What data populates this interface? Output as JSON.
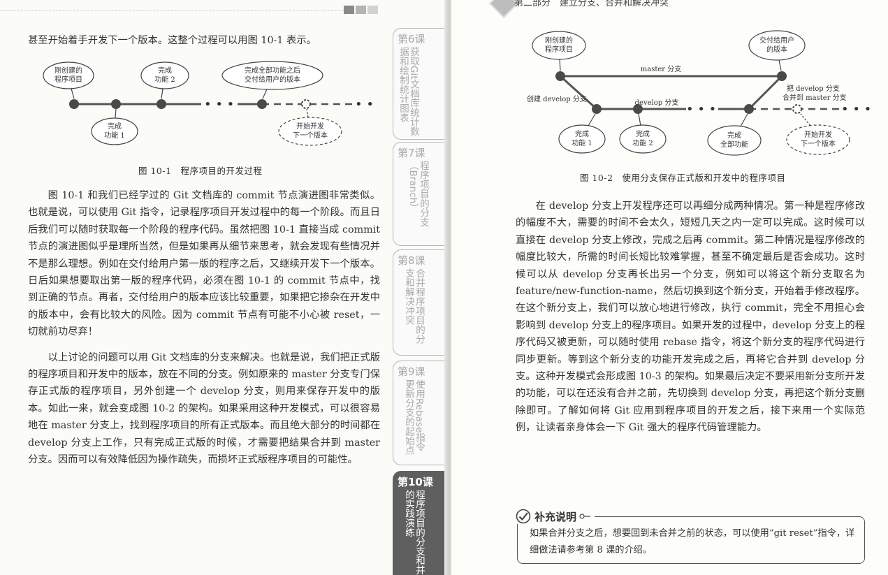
{
  "left_page": {
    "corner_blocks": [
      "dark-block",
      "mid-block",
      "light-block"
    ],
    "intro_line": "甚至开始着手开发下一个版本。这整个过程可以用图 10-1 表示。",
    "figure1": {
      "bubbles": {
        "new_project": [
          "刚创建的",
          "程序项目"
        ],
        "done1": [
          "完成",
          "功能 1"
        ],
        "done2": [
          "完成",
          "功能 2"
        ],
        "release": [
          "完成全部功能之后",
          "交付给用户的版本"
        ],
        "next": [
          "开始开发",
          "下一个版本"
        ]
      },
      "caption": "图 10-1　程序项目的开发过程"
    },
    "paragraphs": [
      "图 10-1 和我们已经学过的 Git 文档库的 commit 节点演进图非常类似。也就是说，可以使用 Git 指令，记录程序项目开发过程中的每一个阶段。而且日后我们可以随时获取每一个阶段的程序代码。虽然把图 10-1 直接当成 commit 节点的演进图似乎是理所当然，但是如果再从细节来思考，就会发现有些情况并不是那么理想。例如在交付给用户第一版的程序之后，又继续开发下一个版本。日后如果想要取出第一版的程序代码，必须在图 10-1 的 commit 节点中，找到正确的节点。再者，交付给用户的版本应该比较重要，如果把它掺杂在开发中的版本中，会有比较大的风险。因为 commit 节点有可能不小心被 reset，一切就前功尽弃！",
      "以上讨论的问题可以用 Git 文档库的分支来解决。也就是说，我们把正式版的程序项目和开发中的版本，放在不同的分支。例如原来的 master 分支专门保存正式版的程序项目，另外创建一个 develop 分支，则用来保存开发中的版本。如此一来，就会变成图 10-2 的架构。如果采用这种开发模式，可以很容易地在 master 分支上，找到程序项目的所有正式版本。而且绝大部分的时间都在 develop 分支上工作，只有完成正式版的时候，才需要把结果合并到 master 分支。因而可以有效降低因为操作疏失，而损坏正式版程序项目的可能性。"
    ],
    "tabs": [
      {
        "num": "第6课",
        "title": "获取Git文档库统计数据和绘制统计图表"
      },
      {
        "num": "第7课",
        "title": "程序项目的分支（Branch）"
      },
      {
        "num": "第8课",
        "title": "合并程序项目的分支和解决冲突"
      },
      {
        "num": "第9课",
        "title": "使用Rebase指令更新分支的起始点"
      },
      {
        "num": "第10课",
        "title": "程序项目的分支和并的实践演练"
      }
    ]
  },
  "right_page": {
    "header": "第二部分　建立分支、合并和解决冲突",
    "figure2": {
      "bubbles": {
        "new_project": [
          "刚创建的",
          "程序项目"
        ],
        "delivered": [
          "交付给用户",
          "的版本"
        ],
        "done1": [
          "完成",
          "功能 1"
        ],
        "done2": [
          "完成",
          "功能 2"
        ],
        "all_done": [
          "完成",
          "全部功能"
        ],
        "next": [
          "开始开发",
          "下一个版本"
        ]
      },
      "labels": {
        "master": "master 分支",
        "develop": "develop 分支",
        "create_develop": "创建 develop 分支",
        "merge_line1": "把 develop 分支",
        "merge_line2": "合并到 master 分支"
      },
      "caption": "图 10-2　使用分支保存正式版和开发中的程序项目"
    },
    "paragraphs": [
      "在 develop 分支上开发程序还可以再细分成两种情况。第一种是程序修改的幅度不大，需要的时间不会太久，短短几天之内一定可以完成。这时候可以直接在 develop 分支上修改，完成之后再 commit。第二种情况是程序修改的幅度比较大，所需的时间长短比较难掌握，甚至不确定最后是否会成功。这时候可以从 develop 分支再长出另一个分支，例如可以将这个新分支取名为 feature/new-function-name，然后切换到这个新分支，开始着手修改程序。在这个新分支上，我们可以放心地进行修改，执行 commit，完全不用担心会影响到 develop 分支上的程序项目。如果开发的过程中，develop 分支上的程序代码又被更新，可以随时使用 rebase 指令，将这个新分支的程序代码进行同步更新。等到这个新分支的功能开发完成之后，再将它合并到 develop 分支。这种开发模式会形成图 10-3 的架构。如果最后决定不要采用新分支所开发的功能，可以在还没有合并之前，先切换到 develop 分支，再把这个新分支删除即可。了解如何将 Git 应用到程序项目的开发之后，接下来用一个实际范例，让读者亲身体会一下 Git 强大的程序代码管理能力。"
    ],
    "note": {
      "title": "补充说明",
      "text": "如果合并分支之后，想要回到未合并之前的状态，可以使用“git reset”指令，详细做法请参考第 8 课的介绍。"
    }
  }
}
